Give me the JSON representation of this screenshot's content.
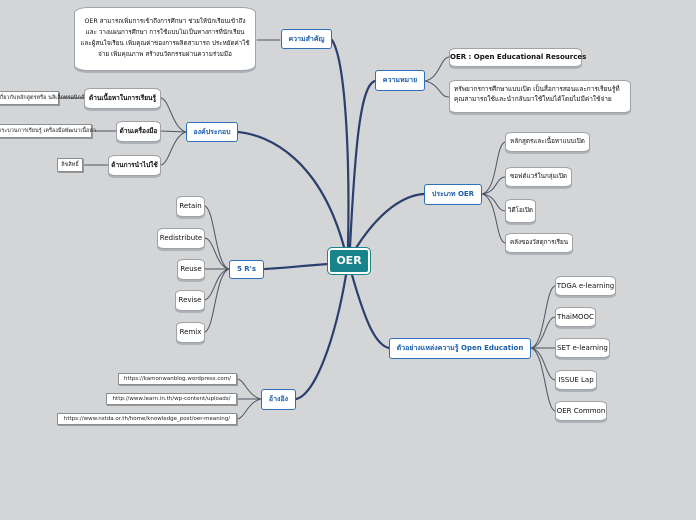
{
  "root": "OER",
  "branches": {
    "importance": "ความสำคัญ",
    "meaning": "ความหมาย",
    "types": "ประเภท OER",
    "examples": "ตัวอย่างแหล่งความรู้ Open Education",
    "refs": "อ้างอิง",
    "fiveR": "5 R's",
    "components": "องค์ประกอบ"
  },
  "importance_text": "OER สามารถเพิ่มการเข้าถึงการศึกษา ช่วยให้นักเรียนเข้าถึง และ วางแผนการศึกษา การใช้แบบไม่เป็นทางการที่นักเรียน และผู้สนใจเรียน เพิ่มคุณค่าของการผลิตสามารถ ประหยัดค่าใช้จ่าย เพิ่มคุณภาพ สร้างนวัตกรรมผ่านความร่วมมือ",
  "meaning_items": [
    "OER : Open Educational Resources",
    "ทรัพยากรการศึกษาแบบเปิด เป็นสื่อการสอนและการเรียนรู้ที่คุณสามารถใช้และนำกลับมาใช้ใหม่ได้โดยไม่มีค่าใช้จ่าย"
  ],
  "type_items": [
    "หลักสูตรและเนื้อหาแบบเปิด",
    "ซอฟต์แวร์ในกลุ่มเปิด",
    "วิดีโอเปิด",
    "คลังของวัสดุการเรียน"
  ],
  "example_items": [
    "TDGA e-learning",
    "ThaiMOOC",
    "SET e-learning",
    "ISSUE Lap",
    "OER Common"
  ],
  "ref_items": [
    "https://kamonwanblog.wordpress.com/",
    "http://www.learn.in.th/wp-content/uploads/",
    "https://www.nstda.or.th/home/knowledge_post/oer-meaning/"
  ],
  "five_r_items": [
    "Retain",
    "Redistribute",
    "Reuse",
    "Revise",
    "Remix"
  ],
  "component_items": [
    {
      "label": "ด้านเนื้อหาในการเรียนรู้",
      "note": "เกี่ยวกับหลักสูตรหรือ นลิเล็กทรอนิกส์"
    },
    {
      "label": "ด้านเครื่องมือ",
      "note": "กระบวนการเรียนรู้ เครื่องมือพัฒนาเนื้อหา"
    },
    {
      "label": "ด้านการนำไปใช้",
      "note": "ลิขสิทธิ์"
    }
  ]
}
